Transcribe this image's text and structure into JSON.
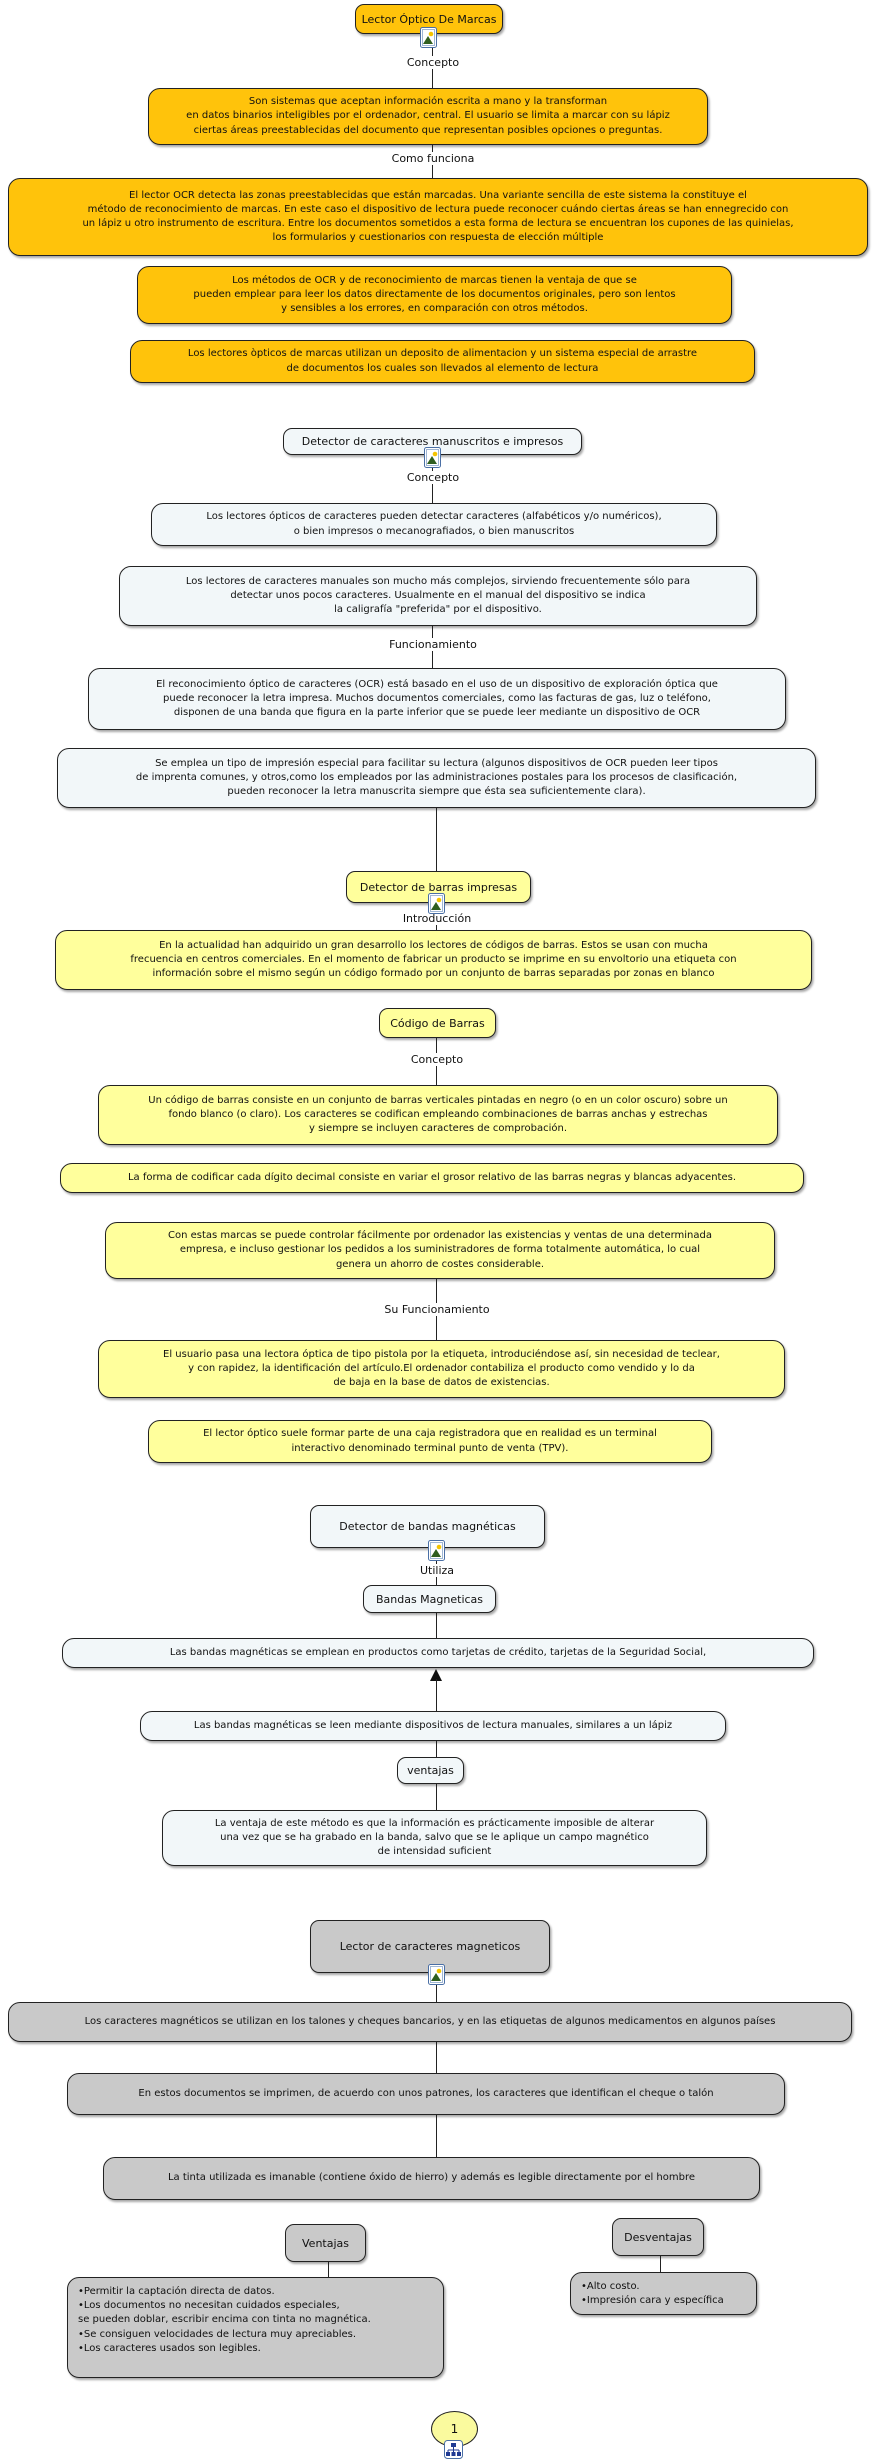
{
  "colors": {
    "gold": "#FFC30B",
    "light_yellow": "#FFFF9C",
    "light_blue": "#F2F7F9",
    "gray": "#C9C9C9",
    "page_circle_yellow": "#FAFA9E",
    "line": "#222222"
  },
  "sections": {
    "marcas": {
      "node": "Lector Óptico De Marcas",
      "link_concepto": "Concepto",
      "concepto": "Son sistemas que aceptan información escrita a mano y la transforman\nen datos binarios inteligibles por el ordenador, central. El usuario se limita a marcar con su lápiz\nciertas áreas preestablecidas del documento que representan posibles opciones o preguntas.",
      "link_como_funciona": "Como funciona",
      "como_funciona": "El lector OCR detecta las zonas preestablecidas que están marcadas. Una variante sencilla de este sistema la constituye el\nmétodo de reconocimiento de marcas. En este caso el dispositivo de lectura puede reconocer cuándo ciertas áreas se han ennegrecido con\nun lápiz u otro instrumento de escritura. Entre los documentos sometidos a esta forma de lectura se encuentran los cupones de las quinielas,\nlos formularios y cuestionarios con respuesta de elección múltiple",
      "ventaja": "Los métodos de OCR y de reconocimiento de marcas tienen la ventaja de que se\npueden emplear para leer los datos directamente de los documentos originales, pero son lentos\ny sensibles a los errores, en comparación con otros métodos.",
      "deposito": "Los lectores òpticos de marcas utilizan un deposito de alimentacion y un sistema especial de arrastre\nde documentos los cuales son llevados al elemento de lectura"
    },
    "caracteres": {
      "node": "Detector de caracteres manuscritos e impresos",
      "link_concepto": "Concepto",
      "concepto": "Los lectores ópticos de caracteres pueden detectar caracteres (alfabéticos y/o numéricos),\no bien impresos o mecanografiados, o bien manuscritos",
      "manuales": "Los lectores de caracteres manuales son mucho más complejos, sirviendo frecuentemente sólo para\ndetectar unos pocos caracteres. Usualmente en el manual del dispositivo se indica\nla caligrafía \"preferida\" por el dispositivo.",
      "link_funcionamiento": "Funcionamiento",
      "funcionamiento": "El reconocimiento óptico de caracteres (OCR) está basado en el uso de un dispositivo de exploración óptica que\npuede reconocer la letra impresa. Muchos documentos comerciales, como las facturas de gas, luz o teléfono,\ndisponen de una banda que figura en la parte inferior que se puede leer mediante un dispositivo de OCR",
      "impresion": "Se emplea un tipo de impresión especial para facilitar su lectura (algunos dispositivos de OCR pueden leer tipos\nde imprenta comunes, y otros,como los empleados por las administraciones postales para los procesos de clasificación,\npueden reconocer la letra manuscrita siempre que ésta sea suficientemente clara)."
    },
    "barras": {
      "node": "Detector de barras impresas",
      "link_introduccion": "Introducción",
      "introduccion": "En la actualidad han adquirido un gran desarrollo los lectores de códigos de barras. Estos se usan con mucha\nfrecuencia en centros comerciales. En el momento de fabricar un producto se imprime en su envoltorio una etiqueta con\ninformación sobre el mismo según un código formado por un conjunto de barras separadas por zonas en blanco",
      "codigo_node": "Código de Barras",
      "link_concepto": "Concepto",
      "concepto": "Un código de barras consiste en un conjunto de barras verticales pintadas en negro (o en un color oscuro) sobre un\nfondo blanco (o claro). Los caracteres se codifican empleando combinaciones de barras anchas y estrechas\ny siempre se incluyen caracteres de comprobación.",
      "codificacion": "La forma de codificar cada dígito decimal consiste en variar el grosor relativo de las barras negras y blancas adyacentes.",
      "control": "Con estas marcas se puede controlar fácilmente por ordenador las existencias y ventas de una determinada\nempresa, e incluso gestionar los pedidos a los suministradores de forma totalmente automática, lo cual\ngenera un ahorro de costes considerable.",
      "link_su_funcionamiento": "Su Funcionamiento",
      "su_funcionamiento": "El usuario pasa una lectora óptica de tipo pistola por la etiqueta, introduciéndose así, sin necesidad de teclear,\ny con rapidez, la identificación del artículo.El ordenador contabiliza el producto como vendido y lo da\nde baja en la base de datos de existencias.",
      "tpv": "El lector óptico suele formar parte de una caja registradora que en realidad es un terminal\ninteractivo denominado terminal punto de venta (TPV)."
    },
    "bandas": {
      "node": "Detector de bandas magnéticas",
      "link_utiliza": "Utiliza",
      "bandas_node": "Bandas Magneticas",
      "productos": "Las bandas magnéticas se emplean en productos como tarjetas de crédito, tarjetas de la Seguridad Social,",
      "lectura": "Las bandas magnéticas se leen mediante dispositivos de lectura manuales, similares a un lápiz",
      "ventajas_node": "ventajas",
      "ventaja": "La ventaja de este método es que la información es prácticamente imposible de alterar\nuna vez que se ha grabado en la banda, salvo que se le aplique un campo magnético\nde intensidad suficient"
    },
    "magneticos": {
      "node": "Lector de caracteres magneticos",
      "usos": "Los caracteres magnéticos se utilizan en los talones y cheques bancarios, y en las etiquetas de algunos medicamentos en algunos países",
      "patrones": "En estos documentos se imprimen, de acuerdo con unos patrones, los caracteres que identifican el cheque o talón",
      "tinta": "La tinta utilizada es imanable (contiene óxido de hierro) y además es legible directamente por el hombre",
      "ventajas_node": "Ventajas",
      "desventajas_node": "Desventajas",
      "ventajas_lista": "•Permitir la captación directa de datos.\n•Los documentos no necesitan cuidados especiales,\nse pueden doblar, escribir encima con tinta no magnética.\n•Se consiguen velocidades de lectura muy apreciables.\n•Los caracteres usados son legibles.",
      "desventajas_lista": "•Alto costo.\n•Impresión cara y específica"
    },
    "footer": {
      "page_number": "1"
    }
  },
  "icons": {
    "image_icon": "image-resource-icon",
    "map_icon": "concept-map-icon"
  }
}
